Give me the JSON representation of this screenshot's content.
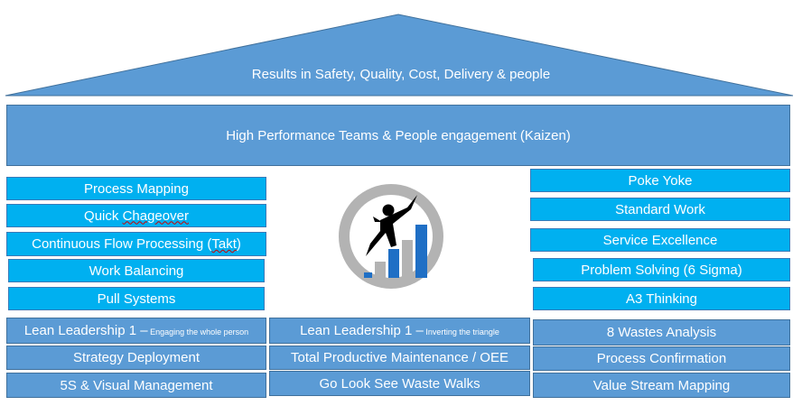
{
  "roof": {
    "text": "Results in Safety, Quality, Cost, Delivery & people"
  },
  "top_band": {
    "text": "High Performance Teams & People engagement (Kaizen)"
  },
  "left_pillar": {
    "items": [
      {
        "label": "Process Mapping"
      },
      {
        "label_pre": "Quick ",
        "label_squig": "Chageover"
      },
      {
        "label_pre": "Continuous Flow Processing (",
        "label_squig": "Takt",
        "label_post": ")"
      },
      {
        "label": "Work Balancing"
      },
      {
        "label": "Pull Systems"
      }
    ]
  },
  "right_pillar": {
    "items": [
      {
        "label": "Poke Yoke"
      },
      {
        "label": "Standard Work"
      },
      {
        "label": "Service Excellence"
      },
      {
        "label": "Problem Solving (6 Sigma)"
      },
      {
        "label": "A3 Thinking"
      }
    ]
  },
  "base": {
    "row1": {
      "left": {
        "main": "Lean Leadership 1 –",
        "small": " Engaging the whole person"
      },
      "center": {
        "main": "Lean Leadership 1 –",
        "small": " Inverting the triangle"
      },
      "right": "8 Wastes Analysis"
    },
    "row2": {
      "left": "Strategy Deployment",
      "center": "Total Productive Maintenance / OEE",
      "right": "Process Confirmation"
    },
    "row3": {
      "left": "5S & Visual Management",
      "center": "Go Look See Waste Walks",
      "right": "Value Stream Mapping"
    }
  },
  "colors": {
    "roof_blue": "#5b9bd5",
    "pill_blue": "#00b0f0",
    "border_blue": "#41719c",
    "ring_gray": "#b3b3b3",
    "bar_blue": "#1f6fc5"
  },
  "logo": {
    "icon": "growth-chart-figure-icon"
  }
}
